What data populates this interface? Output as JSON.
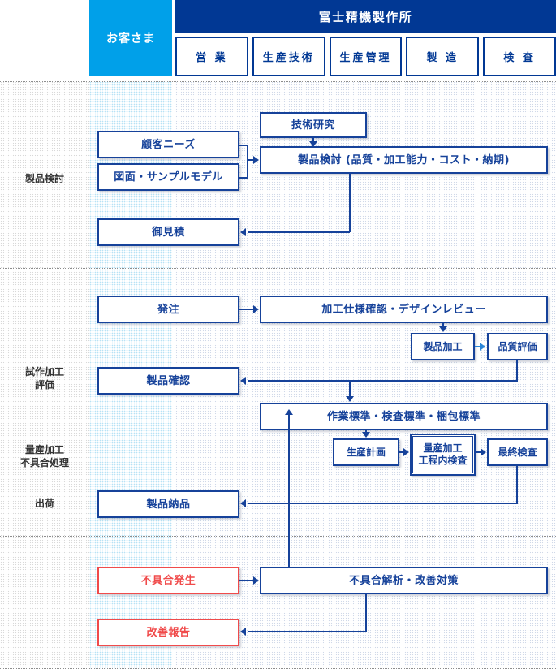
{
  "header": {
    "customer_label": "お客さま",
    "company_label": "富士精機製作所",
    "departments": [
      {
        "label": "営 業"
      },
      {
        "label": "生産技術"
      },
      {
        "label": "生産管理"
      },
      {
        "label": "製 造"
      },
      {
        "label": "検 査"
      }
    ]
  },
  "phases": [
    {
      "label": "製品検討"
    },
    {
      "label": "試作加工\n評価"
    },
    {
      "label": "量産加工\n不具合処理"
    },
    {
      "label": "出荷"
    }
  ],
  "nodes": {
    "customer_needs": "顧客ニーズ",
    "drawing_sample": "図面・サンプルモデル",
    "quotation": "御見積",
    "tech_research": "技術研究",
    "product_review": "製品検討 (品質・加工能力・コスト・納期)",
    "order": "発注",
    "spec_design_review": "加工仕様確認・デザインレビュー",
    "product_machining": "製品加工",
    "quality_eval": "品質評価",
    "product_confirm": "製品確認",
    "standards": "作業標準・検査標準・梱包標準",
    "production_plan": "生産計画",
    "mass_production": "量産加工\n工程内検査",
    "final_inspection": "最終検査",
    "delivery": "製品納品",
    "defect_occurrence": "不具合発生",
    "defect_analysis": "不具合解析・改善対策",
    "improvement_report": "改善報告"
  },
  "colors": {
    "company_navy": "#013894",
    "customer_cyan": "#00a0e9",
    "flow_blue": "#16429a",
    "alert_red": "#f04b4b"
  }
}
